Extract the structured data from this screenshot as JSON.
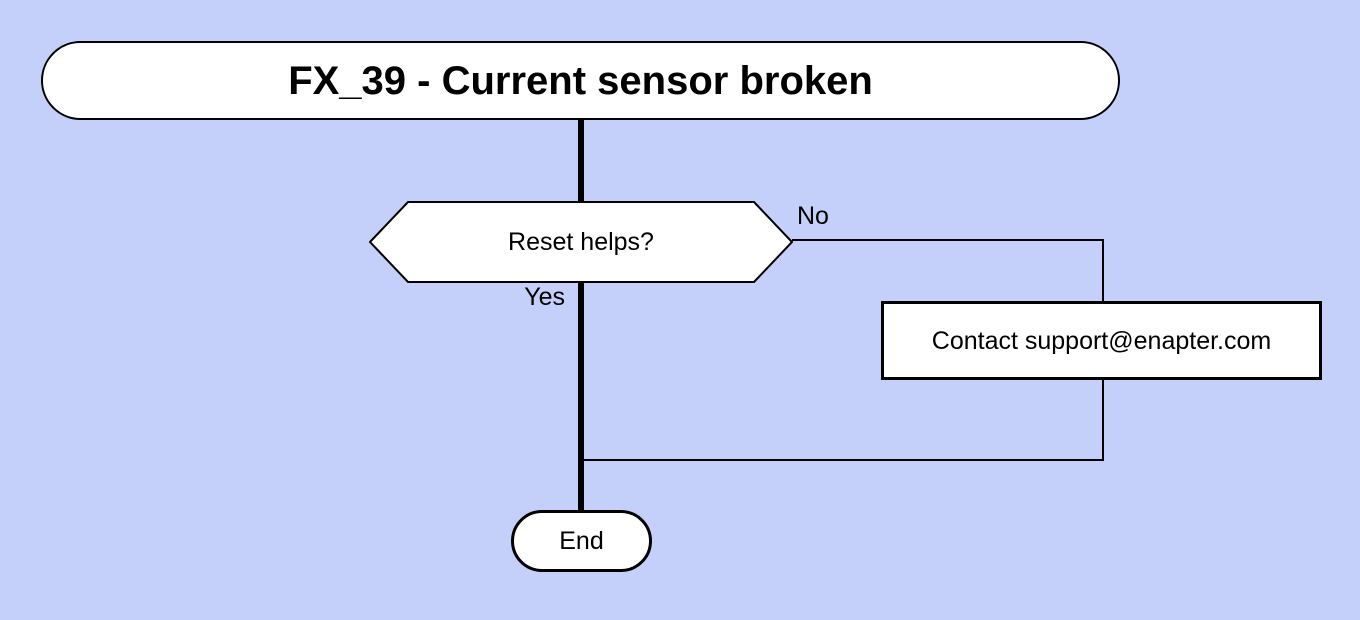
{
  "diagram": {
    "title": "FX_39 - Current sensor broken",
    "decision": {
      "label": "Reset helps?"
    },
    "branches": {
      "yes": "Yes",
      "no": "No"
    },
    "contact": {
      "label": "Contact support@enapter.com"
    },
    "end": {
      "label": "End"
    },
    "colors": {
      "background": "#c4cffa",
      "node_fill": "#ffffff",
      "stroke": "#000000",
      "text": "#000000"
    }
  }
}
